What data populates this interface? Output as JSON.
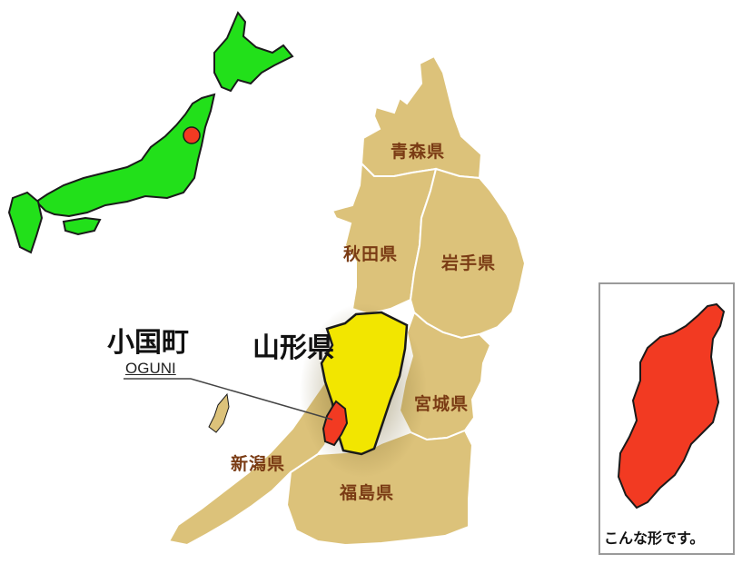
{
  "labels": {
    "aomori": "青森県",
    "akita": "秋田県",
    "iwate": "岩手県",
    "yamagata": "山形県",
    "miyagi": "宮城県",
    "niigata": "新潟県",
    "fukushima": "福島県",
    "oguni_jp": "小国町",
    "oguni_en": "OGUNI",
    "inset_caption": "こんな形です。"
  },
  "colors": {
    "tohoku_land": "#dcc27a",
    "tohoku_border": "#ffffff",
    "yamagata": "#f2e600",
    "oguni": "#f23a22",
    "japan_land": "#22e01a",
    "marker": "#f23a22",
    "label_brown": "#7a3b14"
  },
  "icons": {
    "location_marker": "red-dot-marker-icon"
  }
}
